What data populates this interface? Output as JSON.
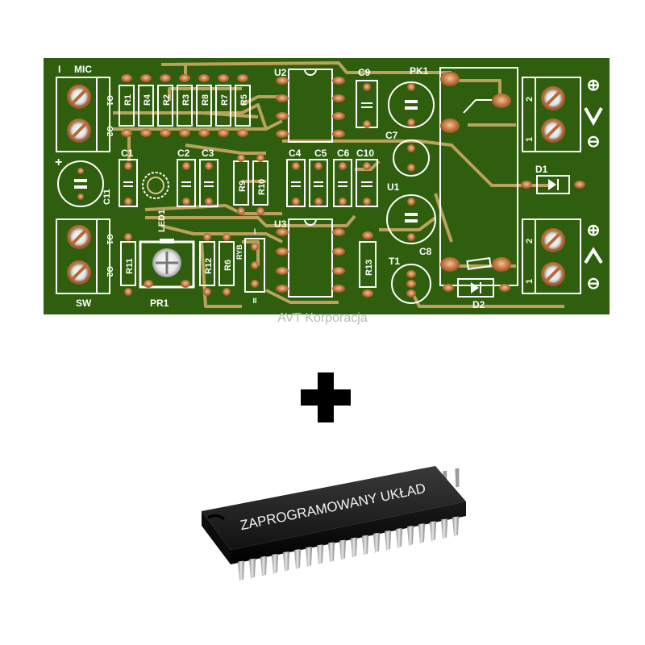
{
  "pcb": {
    "board_color": "#2f5e0e",
    "trace_color": "#b9a25b",
    "pad_color": "#c0733b",
    "silk_color": "#ffffff",
    "labels": {
      "mic": "MIC",
      "sw": "SW",
      "r1": "R1",
      "r4": "R4",
      "r2": "R2",
      "r3": "R3",
      "r8": "R8",
      "r7": "R7",
      "r5": "R5",
      "r9": "R9",
      "r10": "R10",
      "r11": "R11",
      "r12": "R12",
      "r6": "R6",
      "r13": "R13",
      "c1": "C1",
      "c2": "C2",
      "c3": "C3",
      "c4": "C4",
      "c5": "C5",
      "c6": "C6",
      "c7": "C7",
      "c8": "C8",
      "c9": "C9",
      "c10": "C10",
      "c11": "C11",
      "u1": "U1",
      "u2": "U2",
      "u3": "U3",
      "pk1": "PK1",
      "d1": "D1",
      "d2": "D2",
      "t1": "T1",
      "led1": "LED1",
      "pr1": "PR1",
      "ryb": "RYB",
      "o1": "O1",
      "o2": "O2",
      "one": "1",
      "two": "2",
      "i": "I",
      "ii": "II",
      "plus": "+",
      "minus": "−",
      "plus_circle": "⊕",
      "minus_circle": "⊖"
    }
  },
  "watermark": "AVT Korporacja",
  "plus_symbol": "+",
  "chip": {
    "label": "ZAPROGRAMOWANY UKŁAD",
    "pins_per_side": 20
  }
}
